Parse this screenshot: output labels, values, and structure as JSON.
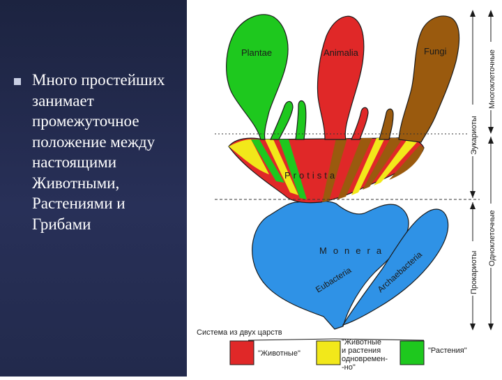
{
  "slide": {
    "bullet_text": "Много простейших занимает промежуточное положение между настоящими Животными, Растениями и Грибами"
  },
  "diagram": {
    "kingdoms": {
      "plantae": "Plantae",
      "animalia": "Animalia",
      "fungi": "Fungi",
      "protista": "Protista",
      "monera": "Monera",
      "eubacteria": "Eubacteria",
      "archaebacteria": "Archaebacteria"
    },
    "side_labels": {
      "eukaryotes": "Эукариоты",
      "prokaryotes": "Прокариоты",
      "multicellular": "Многоклеточные",
      "unicellular": "Одноклеточные"
    },
    "legend": {
      "title": "Система из двух царств",
      "animals": "\"Животные\"",
      "both_line1": "\"Животные",
      "both_line2": "и растения",
      "both_line3": "одновремен-",
      "both_line4": "-но\"",
      "plants": "\"Растения\""
    },
    "colors": {
      "plants": "#1ec81e",
      "animals": "#e02828",
      "fungi": "#9a5a0e",
      "both": "#f2e81a",
      "monera": "#2f92e6",
      "outline": "#1a1a1a"
    }
  }
}
